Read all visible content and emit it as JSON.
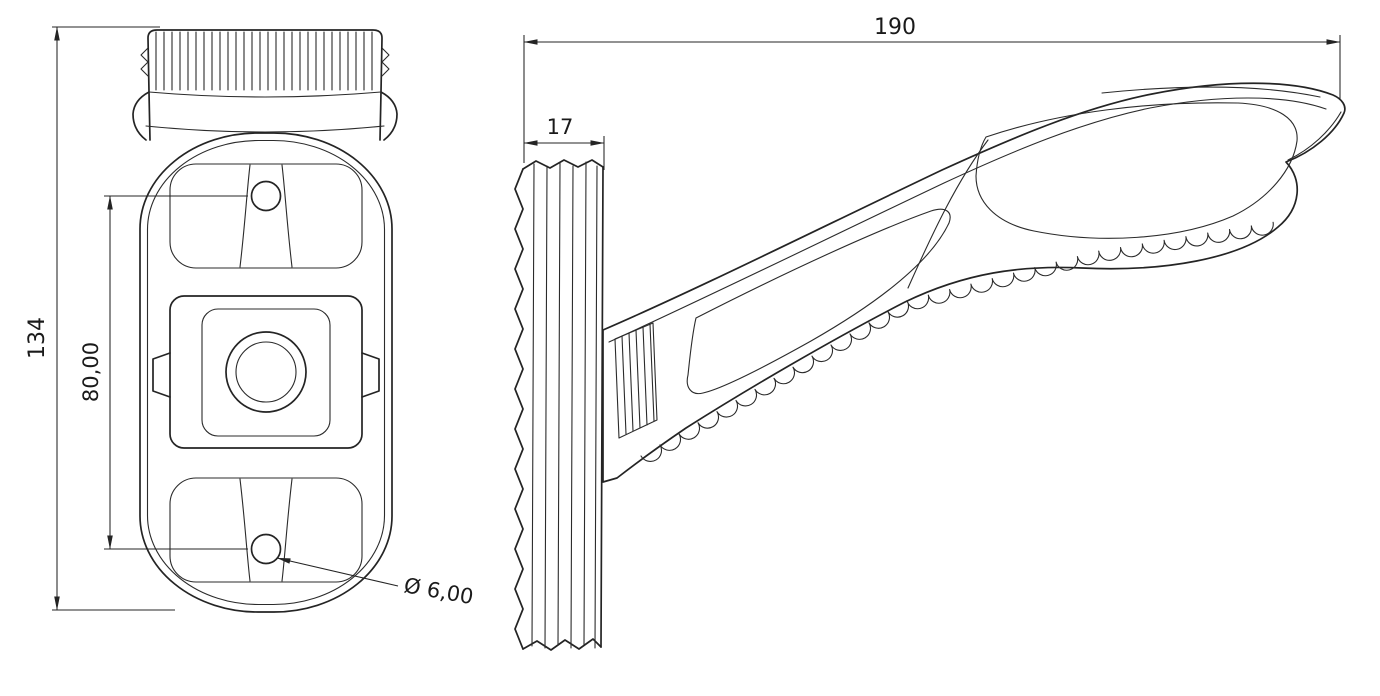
{
  "drawing": {
    "type": "technical-drawing-two-views",
    "colors": {
      "background": "#ffffff",
      "line": "#242424",
      "text": "#1a1a1a"
    },
    "views": {
      "front": {
        "dimensions": {
          "overall_height": "134",
          "hole_spacing": "80,00",
          "hole_diameter": "Ø 6,00"
        }
      },
      "side": {
        "dimensions": {
          "overall_length": "190",
          "mount_depth": "17"
        }
      }
    }
  }
}
